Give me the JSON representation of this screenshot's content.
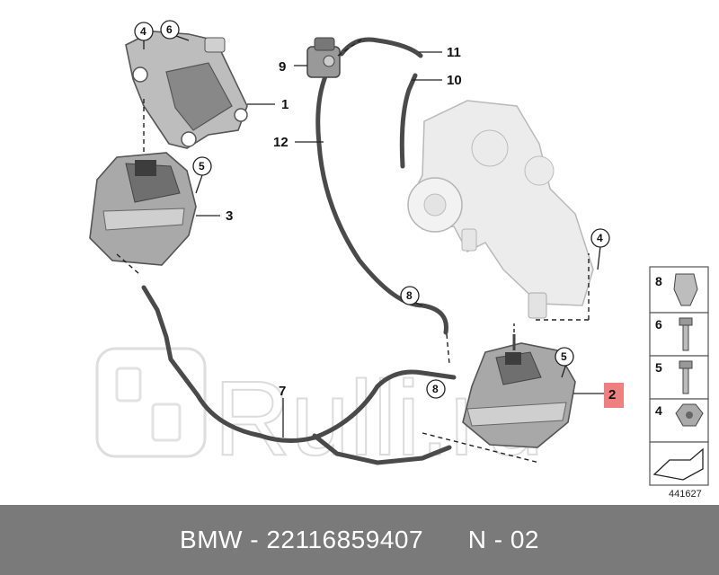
{
  "callouts": {
    "c1": "1",
    "c3": "3",
    "c9": "9",
    "c11": "11",
    "c10": "10",
    "c12": "12",
    "c7": "7",
    "c2": "2",
    "circ4_top": "4",
    "circ6_top": "6",
    "circ5_top": "5",
    "circ4_right": "4",
    "circ8_mid": "8",
    "circ8_low": "8",
    "circ5_right": "5"
  },
  "legend": {
    "l8": "8",
    "l6": "6",
    "l5": "5",
    "l4": "4"
  },
  "diagram_id": "441627",
  "watermark": "Rulli.ru",
  "highlight_color": "#f08080",
  "footer": {
    "text": "BMW - 22116859407      N - 02"
  }
}
